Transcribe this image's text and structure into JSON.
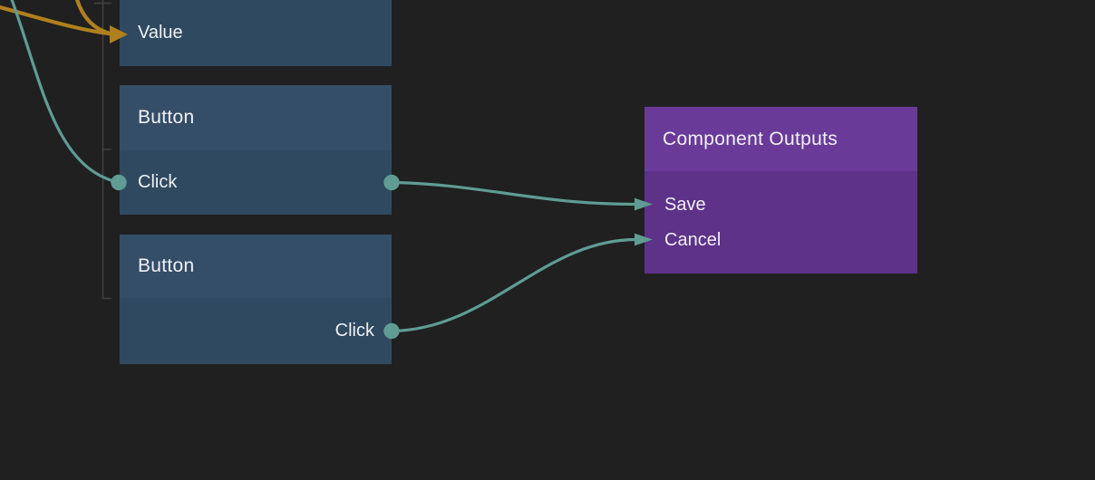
{
  "editor": {
    "background": "#202020",
    "description": "node-graph editor canvas"
  },
  "nodes": {
    "value": {
      "row_label": "Value"
    },
    "button1": {
      "title": "Button",
      "row_label": "Click"
    },
    "button2": {
      "title": "Button",
      "row_label": "Click"
    },
    "component_outputs": {
      "title": "Component Outputs",
      "rows": {
        "save": "Save",
        "cancel": "Cancel"
      }
    }
  },
  "edges": [
    {
      "from": "offscreen-left",
      "to": "value.value-input",
      "color": "orange"
    },
    {
      "from": "offscreen-top",
      "to": "value.value-input",
      "color": "orange"
    },
    {
      "from": "offscreen-top-left",
      "to": "button1.click-input",
      "color": "teal"
    },
    {
      "from": "button1.click-output",
      "to": "component_outputs.save",
      "color": "teal"
    },
    {
      "from": "button2.click-output",
      "to": "component_outputs.cancel",
      "color": "teal"
    }
  ],
  "colors": {
    "background": "#202020",
    "node_header_blue": "#344e68",
    "node_row_blue": "#2f4960",
    "outputs_header_purple": "#6a3a99",
    "outputs_body_purple": "#5d3288",
    "edge_teal": "#5f9c94",
    "edge_orange": "#b0801f",
    "guide_gray": "#424242",
    "text": "#f1f1f4"
  }
}
